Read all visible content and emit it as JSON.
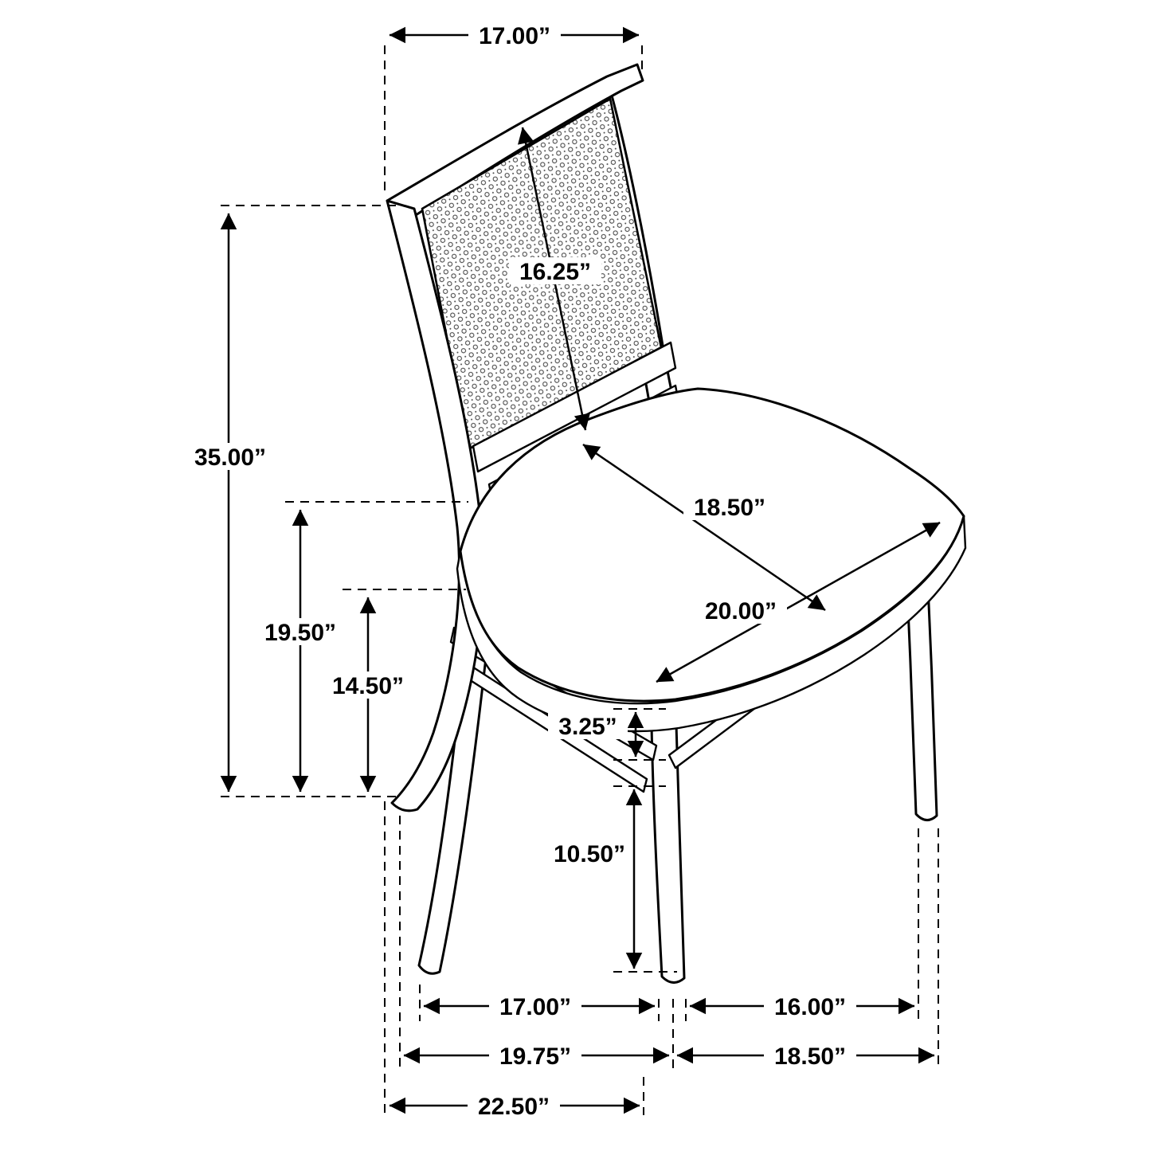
{
  "diagram": {
    "kind": "furniture-dimension-diagram",
    "subject": "side chair with woven cane back panel and upholstered seat",
    "unit": "inches",
    "colors": {
      "line": "#000000",
      "background": "#ffffff"
    },
    "dimensions": {
      "back_top_width": {
        "label": "17.00”",
        "value": 17.0,
        "role": "width of chair back top rail"
      },
      "back_panel_height": {
        "label": "16.25”",
        "value": 16.25,
        "role": "height of cane back panel"
      },
      "overall_height": {
        "label": "35.00”",
        "value": 35.0,
        "role": "overall chair height"
      },
      "seat_height": {
        "label": "19.50”",
        "value": 19.5,
        "role": "floor to seat top"
      },
      "apron_height": {
        "label": "14.50”",
        "value": 14.5,
        "role": "floor to seat frame bottom"
      },
      "seat_depth": {
        "label": "18.50”",
        "value": 18.5,
        "role": "seat depth (diagonal)"
      },
      "seat_width": {
        "label": "20.00”",
        "value": 20.0,
        "role": "seat width (diagonal)"
      },
      "stretcher_thickness": {
        "label": "3.25”",
        "value": 3.25,
        "role": "stretcher section height"
      },
      "leg_clearance": {
        "label": "10.50”",
        "value": 10.5,
        "role": "stretcher to floor clearance"
      },
      "front_leg_span": {
        "label": "17.00”",
        "value": 17.0,
        "role": "front leg spacing"
      },
      "side_leg_span": {
        "label": "16.00”",
        "value": 16.0,
        "role": "front to back leg spacing"
      },
      "base_width": {
        "label": "19.75”",
        "value": 19.75,
        "role": "base width at floor"
      },
      "base_depth": {
        "label": "18.50”",
        "value": 18.5,
        "role": "base depth at floor"
      },
      "overall_depth": {
        "label": "22.50”",
        "value": 22.5,
        "role": "overall depth at floor"
      }
    }
  }
}
